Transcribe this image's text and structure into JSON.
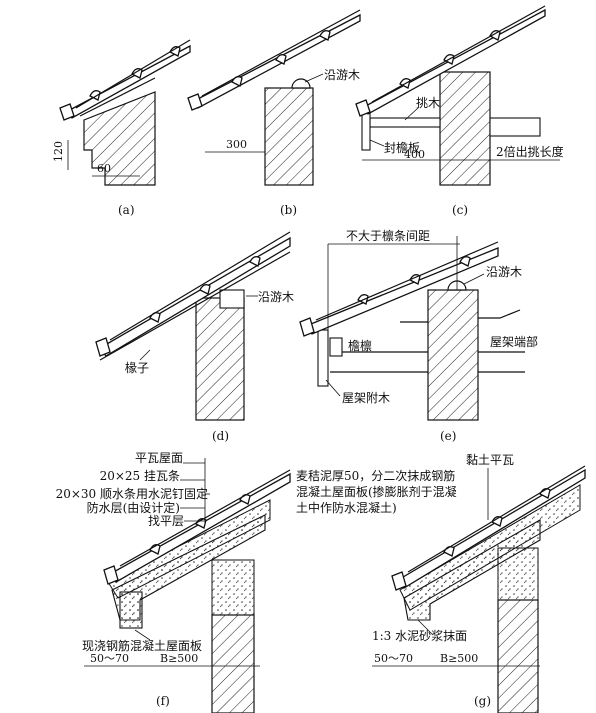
{
  "panels": {
    "a": {
      "caption": "(a)",
      "dim_120": "120",
      "dim_60": "60"
    },
    "b": {
      "caption": "(b)",
      "label_purlin": "沿游木",
      "dim_300": "300"
    },
    "c": {
      "caption": "(c)",
      "label_cantilever": "挑木",
      "label_fascia": "封檐板",
      "dim_400": "400",
      "label_double": "2倍出挑长度"
    },
    "d": {
      "caption": "(d)",
      "label_purlin": "沿游木",
      "label_rafter": "椽子"
    },
    "e": {
      "caption": "(e)",
      "label_spacing": "不大于檩条间距",
      "label_purlin": "沿游木",
      "label_eave_purlin": "檐檩",
      "label_truss_end": "屋架端部",
      "label_truss_attach": "屋架附木"
    },
    "f": {
      "caption": "(f)",
      "layers": [
        "平瓦屋面",
        "20×25 挂瓦条",
        "20×30 顺水条用水泥钉固定",
        "防水层(由设计定)",
        "找平层"
      ],
      "label_slab": "现浇钢筋混凝土屋面板",
      "dim_5070": "50～70",
      "dim_b": "B≥500"
    },
    "g": {
      "caption": "(g)",
      "label_tile": "黏土平瓦",
      "notes": [
        "麦秸泥厚50，分二次抹成钢筋",
        "混凝土屋面板(掺膨胀剂于混凝",
        "土中作防水混凝土)"
      ],
      "label_mortar": "1:3 水泥砂浆抹面",
      "dim_5070": "50～70",
      "dim_b": "B≥500"
    }
  }
}
